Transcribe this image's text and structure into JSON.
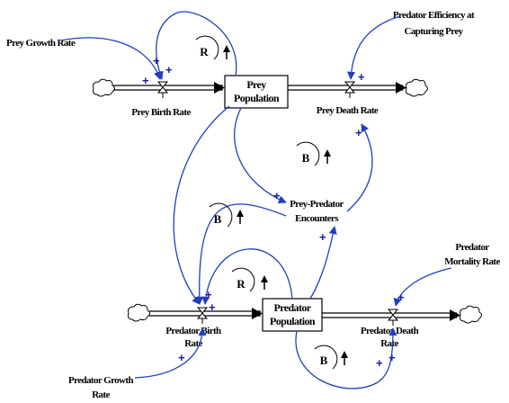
{
  "stocks": {
    "prey_population": [
      "Prey",
      "Population"
    ],
    "predator_population": [
      "Predator",
      "Population"
    ]
  },
  "flows": {
    "prey_birth_rate": [
      "Prey Birth Rate"
    ],
    "prey_death_rate": [
      "Prey Death Rate"
    ],
    "predator_birth_rate": [
      "Predator Birth",
      "Rate"
    ],
    "predator_death_rate": [
      "Predator Death",
      "Rate"
    ]
  },
  "variables": {
    "prey_growth_rate": [
      "Prey Growth Rate"
    ],
    "predator_efficiency": [
      "Predator Efficiency at",
      "Capturing Prey"
    ],
    "prey_predator_encounters": [
      "Prey-Predator",
      "Encounters"
    ],
    "predator_mortality_rate": [
      "Predator",
      "Mortality Rate"
    ],
    "predator_growth_rate": [
      "Predator Growth",
      "Rate"
    ]
  },
  "loops": {
    "prey_birth_loop": "R",
    "prey_death_loop": "B",
    "predation_loop": "B",
    "predator_birth_loop": "R",
    "predator_death_loop": "B"
  },
  "polarity": "+",
  "colors": {
    "link": "#1f3fbf",
    "polarity": "#1a1aa0",
    "stock_border": "#000000"
  }
}
